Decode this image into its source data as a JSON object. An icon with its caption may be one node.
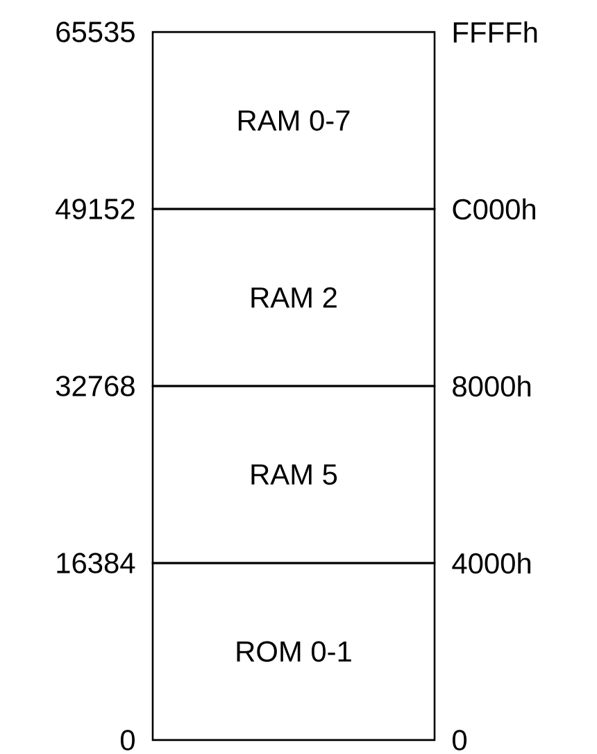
{
  "diagram": {
    "nodes": [
      {
        "text": [
          "RAM 0-7"
        ]
      },
      {
        "text": [
          "RAM 2"
        ]
      },
      {
        "text": [
          "RAM 5"
        ]
      },
      {
        "text": [
          "ROM 0-1"
        ]
      }
    ],
    "labels": [
      "65535",
      "FFFFh",
      "49152",
      "C000h",
      "32768",
      "8000h",
      "16384",
      "4000h",
      "0",
      "0"
    ]
  }
}
